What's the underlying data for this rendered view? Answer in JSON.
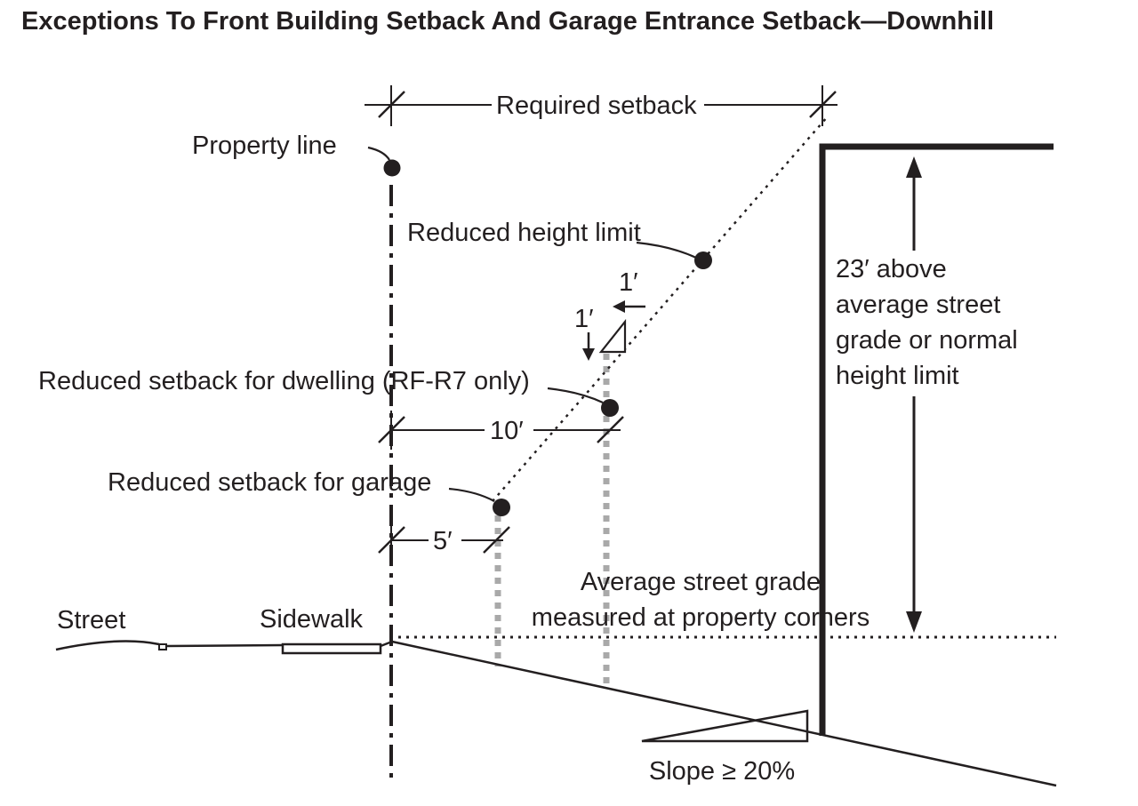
{
  "title": "Exceptions To Front Building Setback And Garage Entrance Setback—Downhill",
  "labels": {
    "required_setback": "Required setback",
    "property_line": "Property line",
    "reduced_height_limit": "Reduced height limit",
    "rise_label": "1′",
    "run_label": "1′",
    "reduced_setback_dwelling": "Reduced setback for dwelling (RF-R7 only)",
    "dim_ten": "10′",
    "reduced_setback_garage": "Reduced setback for garage",
    "dim_five": "5′",
    "height_note": {
      "line1": "23′ above",
      "line2": "average street",
      "line3": "grade or normal",
      "line4": "height limit"
    },
    "street": "Street",
    "sidewalk": "Sidewalk",
    "avg_grade_line1": "Average street grade",
    "avg_grade_line2": "measured at property corners",
    "slope": "Slope ≥ 20%"
  },
  "colors": {
    "ink": "#231f20",
    "guide_gray": "#a9a9a9",
    "background": "#ffffff"
  }
}
